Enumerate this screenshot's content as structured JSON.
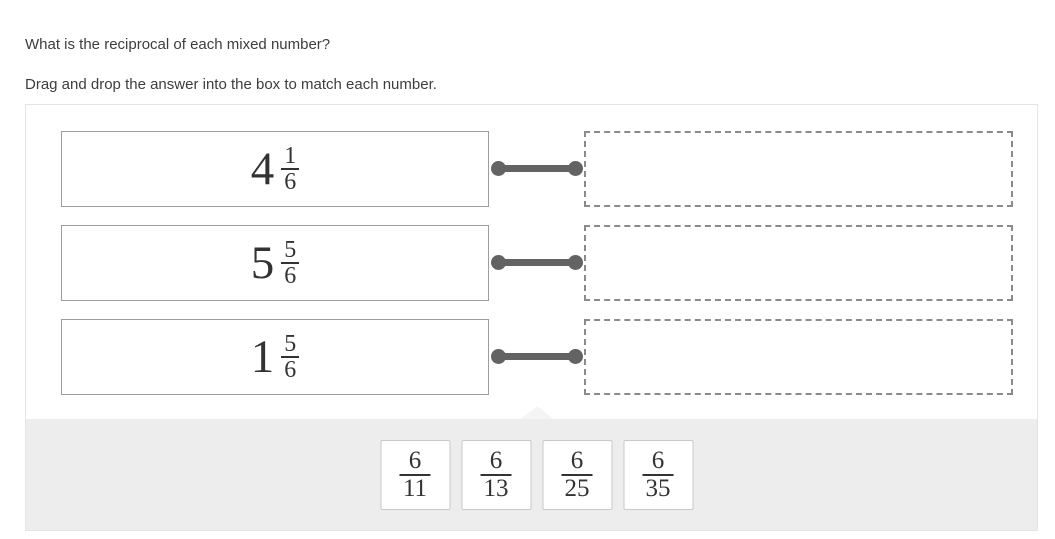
{
  "instructions": {
    "question": "What is the reciprocal of each mixed number?",
    "directions": "Drag and drop the answer into the box to match each number."
  },
  "problems": [
    {
      "whole": "4",
      "numerator": "1",
      "denominator": "6"
    },
    {
      "whole": "5",
      "numerator": "5",
      "denominator": "6"
    },
    {
      "whole": "1",
      "numerator": "5",
      "denominator": "6"
    }
  ],
  "drop_zones": [
    {
      "value": ""
    },
    {
      "value": ""
    },
    {
      "value": ""
    }
  ],
  "answer_tiles": [
    {
      "numerator": "6",
      "denominator": "11"
    },
    {
      "numerator": "6",
      "denominator": "13"
    },
    {
      "numerator": "6",
      "denominator": "25"
    },
    {
      "numerator": "6",
      "denominator": "35"
    }
  ],
  "colors": {
    "connector": "#636363",
    "math_text": "#333333",
    "tray_background": "#ededed",
    "card_border": "#9d9d9d",
    "drop_zone_border": "#8a8a8a"
  }
}
